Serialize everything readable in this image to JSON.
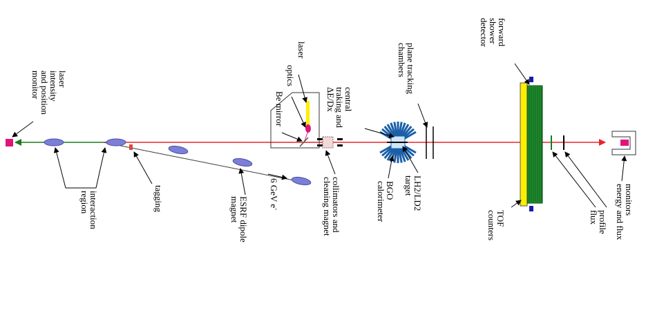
{
  "labels": {
    "laser_monitor": [
      "laser",
      "intensity",
      "and position",
      "monitor"
    ],
    "interaction_region": [
      "interaction",
      "region"
    ],
    "tagging": [
      "tagging"
    ],
    "esrf_dipole": [
      "ESRF dipole",
      "magnet"
    ],
    "electrons": "6 GeV e",
    "electrons_sup": "-",
    "laser": "laser",
    "optics": "optics",
    "be_mirror": "Be mirror",
    "collimators": [
      "collimators and",
      "cleaning magnet"
    ],
    "central_tracking": [
      "central",
      "traking and",
      "ΔE/Dx"
    ],
    "bgo": [
      "BGO",
      "calorimeter"
    ],
    "plane_tracking": [
      "plane tracking",
      "chambers"
    ],
    "target": [
      "LH2/LD2",
      "target"
    ],
    "forward_shower": [
      "forward",
      "shower",
      "detector"
    ],
    "tof": [
      "TOF",
      "counters"
    ],
    "flux": [
      "profile",
      "flux"
    ],
    "monitors": [
      "monitors",
      "energy and flux"
    ]
  },
  "colors": {
    "beam_red": "#e8242a",
    "beam_green": "#1a7a1a",
    "magnet": "#7b7fd6",
    "laser_yellow": "#ffee00",
    "monitor_pink": "#e0157a",
    "bgo_blue": "#1a5fa8",
    "shower_green": "#1f8a2e"
  }
}
